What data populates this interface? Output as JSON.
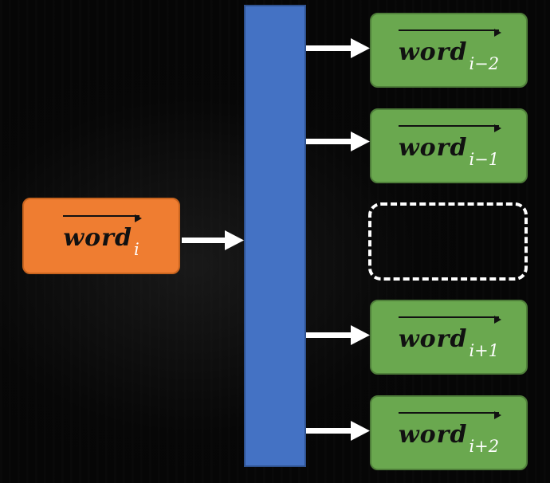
{
  "input": {
    "word": "word",
    "subscript": "i"
  },
  "outputs": [
    {
      "word": "word",
      "subscript": "i−2"
    },
    {
      "word": "word",
      "subscript": "i−1"
    },
    {
      "word": "",
      "subscript": ""
    },
    {
      "word": "word",
      "subscript": "i+1"
    },
    {
      "word": "word",
      "subscript": "i+2"
    }
  ],
  "colors": {
    "input_box": "#ef7d31",
    "output_box": "#6aa84f",
    "projection_layer": "#4472c4",
    "arrows": "#ffffff",
    "background": "#060606"
  }
}
